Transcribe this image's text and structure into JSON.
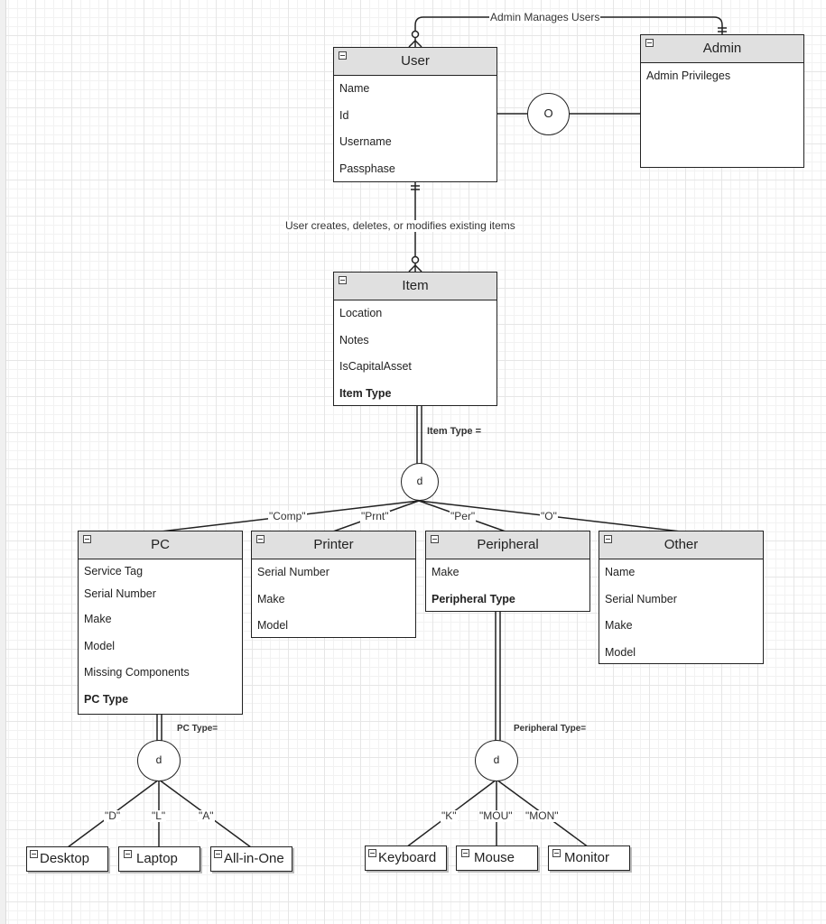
{
  "entities": {
    "user": {
      "title": "User",
      "attrs": [
        "Name",
        "Id",
        "Username",
        "Passphase"
      ]
    },
    "admin": {
      "title": "Admin",
      "attrs": [
        "Admin Privileges"
      ]
    },
    "item": {
      "title": "Item",
      "attrs": [
        "Location",
        "Notes",
        "IsCapitalAsset",
        "Item Type"
      ]
    },
    "pc": {
      "title": "PC",
      "attrs": [
        "Service Tag",
        "Serial Number",
        "Make",
        "Model",
        "Missing Components",
        "PC Type"
      ]
    },
    "printer": {
      "title": "Printer",
      "attrs": [
        "Serial Number",
        "Make",
        "Model"
      ]
    },
    "peripheral": {
      "title": "Peripheral",
      "attrs": [
        "Make",
        "Peripheral Type"
      ]
    },
    "other": {
      "title": "Other",
      "attrs": [
        "Name",
        "Serial Number",
        "Make",
        "Model"
      ]
    }
  },
  "subtypes": {
    "desktop": "Desktop",
    "laptop": "Laptop",
    "allinone": "All-in-One",
    "keyboard": "Keyboard",
    "mouse": "Mouse",
    "monitor": "Monitor"
  },
  "symbols": {
    "overlap": "O",
    "disjoint_item": "d",
    "disjoint_pc": "d",
    "disjoint_peripheral": "d"
  },
  "labels": {
    "admin_manages": "Admin Manages Users",
    "user_creates": "User creates, deletes, or modifies existing items",
    "item_type_eq": "Item Type =",
    "pc_type_eq": "PC Type=",
    "peripheral_type_eq": "Peripheral Type=",
    "comp": "\"Comp\"",
    "prnt": "\"Prnt\"",
    "per": "\"Per\"",
    "o": "\"O\"",
    "d": "\"D\"",
    "l": "\"L\"",
    "a": "\"A\"",
    "k": "\"K\"",
    "mou": "\"MOU\"",
    "mon": "\"MON\""
  },
  "colors": {
    "line": "#222222",
    "header": "#e0e0e0",
    "grid": "#e6e6e6"
  }
}
